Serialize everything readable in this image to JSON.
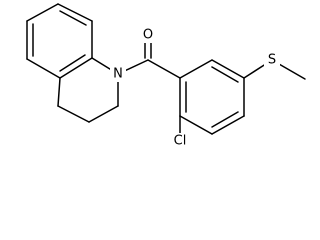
{
  "molecule": {
    "atoms": {
      "o": "O",
      "n": "N",
      "s": "S",
      "cl": "Cl"
    }
  }
}
